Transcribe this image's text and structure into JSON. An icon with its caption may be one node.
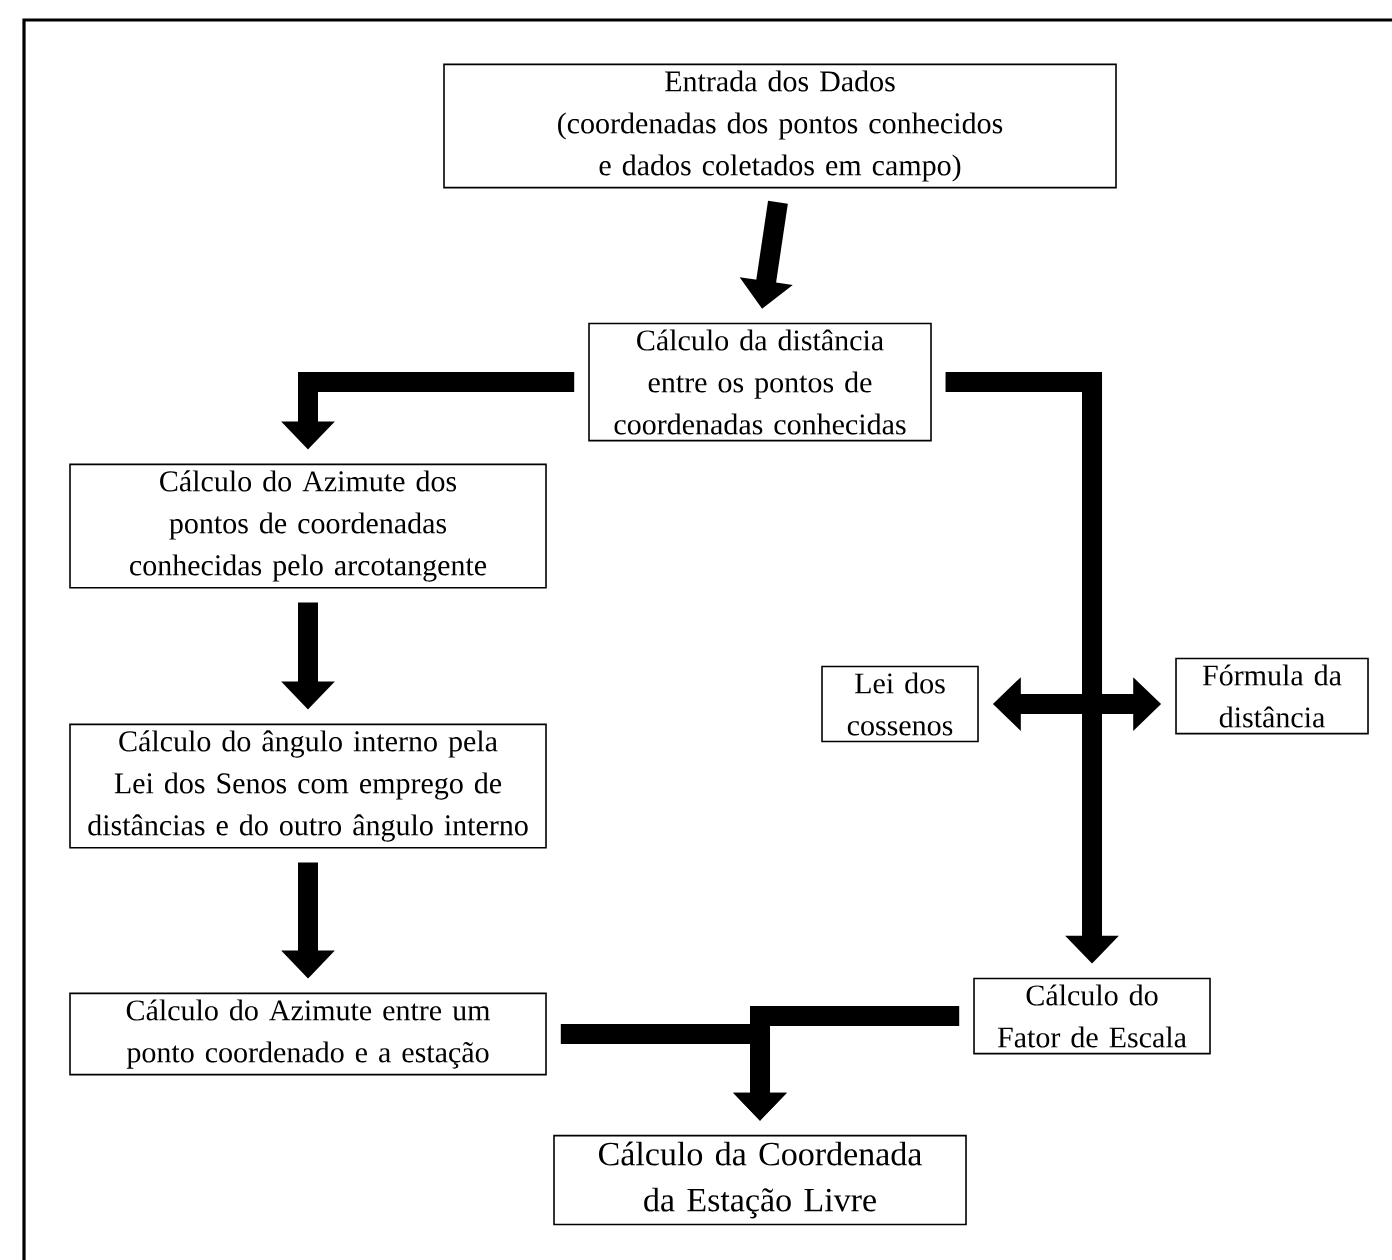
{
  "diagram": {
    "nodes": [
      {
        "text": [
          "Entrada dos Dados",
          "(coordenadas dos pontos conhecidos e dados coletados em campo)"
        ]
      },
      {
        "text": [
          "Cálculo da distância entre os pontos de coordenadas conhecidas"
        ]
      },
      {
        "text": [
          "Cálculo do Azimute dos pontos de coordenadas conhecidas pelo arcotangente"
        ]
      },
      {
        "text": [
          "Cálculo do ângulo interno pela Lei dos Senos com emprego de distâncias e do outro ângulo interno"
        ]
      },
      {
        "text": [
          "Cálculo do Azimute entre um ponto coordenado e a estação"
        ]
      },
      {
        "text": [
          "Lei dos cossenos"
        ]
      },
      {
        "text": [
          "Fórmula da distância"
        ]
      },
      {
        "text": [
          "Cálculo do Fator de Escala"
        ]
      },
      {
        "text": [
          "Cálculo da Coordenada da Estação Livre"
        ]
      }
    ],
    "edges": [
      {
        "from": 0,
        "to": 1,
        "arrow": "to"
      },
      {
        "from": 1,
        "to": 2,
        "arrow": "to"
      },
      {
        "from": 1,
        "to": 5,
        "arrow": "to"
      },
      {
        "from": 1,
        "to": 6,
        "arrow": "to"
      },
      {
        "from": 1,
        "to": 7,
        "arrow": "to"
      },
      {
        "from": 2,
        "to": 3,
        "arrow": "to"
      },
      {
        "from": 3,
        "to": 4,
        "arrow": "to"
      },
      {
        "from": 4,
        "to": 8,
        "arrow": "to"
      },
      {
        "from": 7,
        "to": 8,
        "arrow": "to"
      }
    ]
  }
}
